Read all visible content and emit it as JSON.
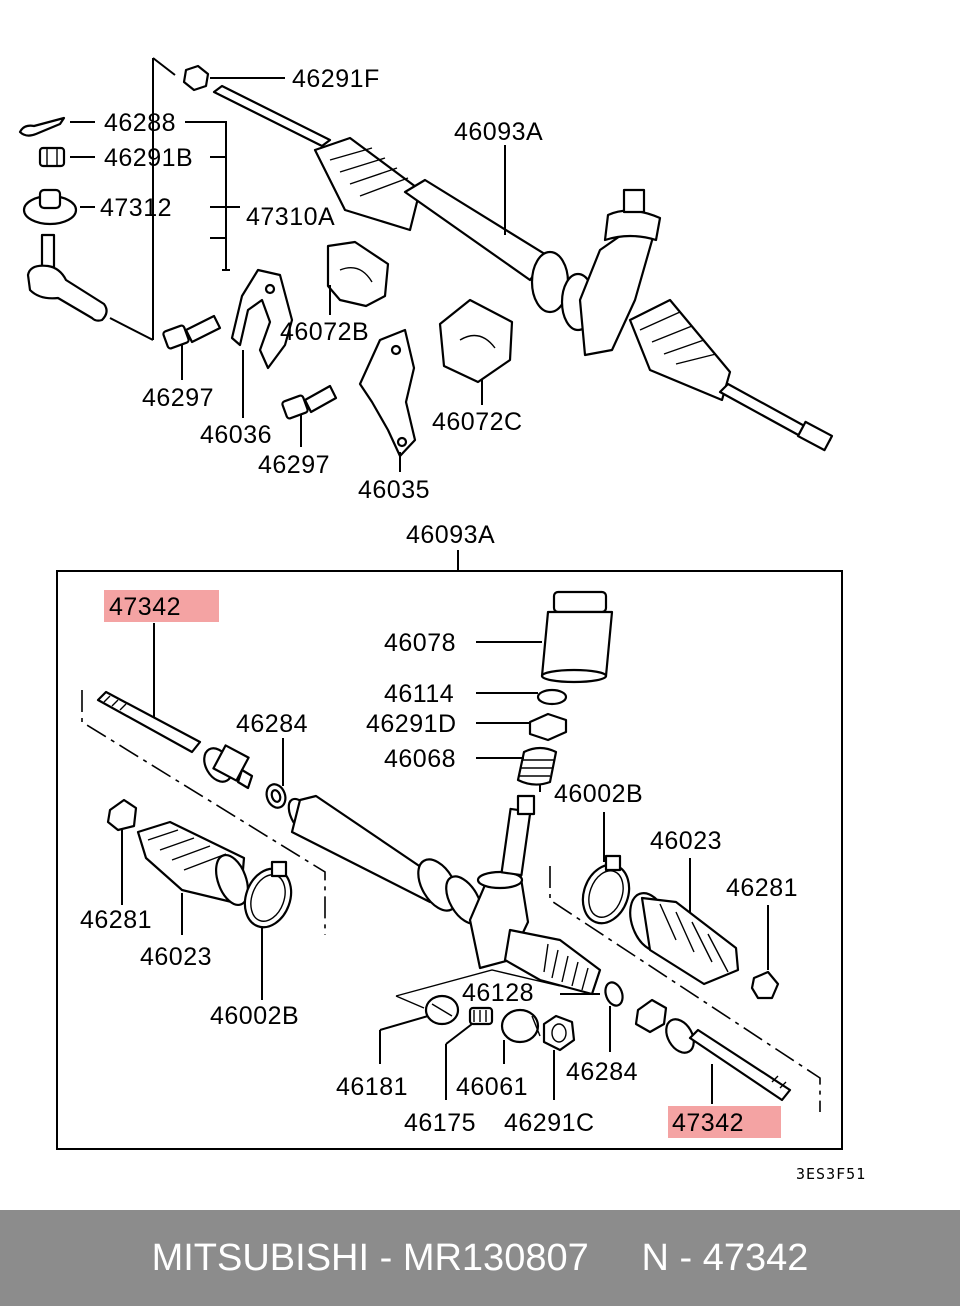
{
  "diagram": {
    "labels": {
      "l46291F": "46291F",
      "l46288": "46288",
      "l46291B": "46291B",
      "l47312": "47312",
      "l47310A": "47310A",
      "l46093A_top": "46093A",
      "l46072B": "46072B",
      "l46297_a": "46297",
      "l46036": "46036",
      "l46297_b": "46297",
      "l46035": "46035",
      "l46072C": "46072C",
      "l46093A_box": "46093A",
      "l47342_top": "47342",
      "l46078": "46078",
      "l46114": "46114",
      "l46291D": "46291D",
      "l46068": "46068",
      "l46284_a": "46284",
      "l46002B_r": "46002B",
      "l46023_r": "46023",
      "l46281_r": "46281",
      "l46281_l": "46281",
      "l46023_l": "46023",
      "l46002B_l": "46002B",
      "l46128": "46128",
      "l46181": "46181",
      "l46175": "46175",
      "l46061": "46061",
      "l46291C": "46291C",
      "l46284_b": "46284",
      "l47342_bottom": "47342"
    },
    "diagram_code": "3ES3F51",
    "highlight_color": "#f4a3a3"
  },
  "footer": {
    "text": "MITSUBISHI - MR130807     N - 47342",
    "background": "#8c8c8c",
    "text_color": "#ffffff"
  }
}
